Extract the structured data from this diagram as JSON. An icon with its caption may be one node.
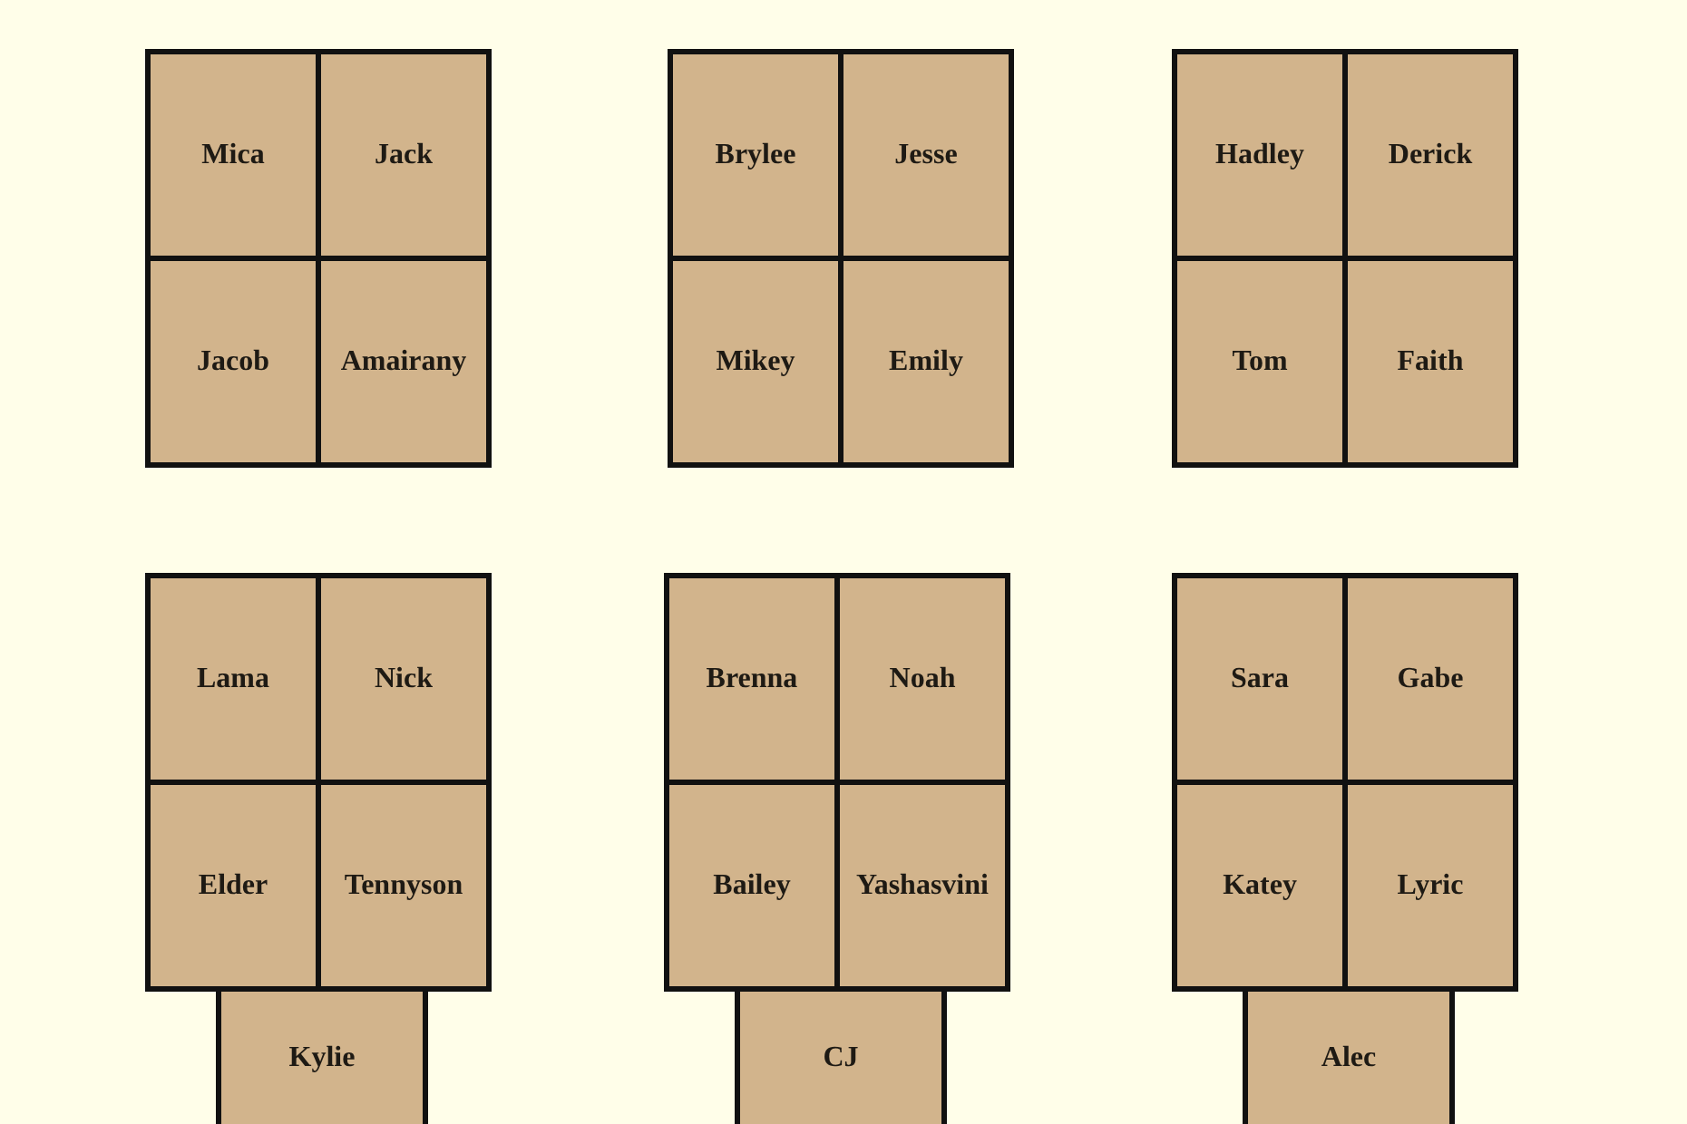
{
  "diagram": {
    "nodes": [
      {
        "text": [
          "Mica"
        ]
      },
      {
        "text": [
          "Jack"
        ]
      },
      {
        "text": [
          "Jacob"
        ]
      },
      {
        "text": [
          "Amairany"
        ]
      },
      {
        "text": [
          "Brylee"
        ]
      },
      {
        "text": [
          "Jesse"
        ]
      },
      {
        "text": [
          "Mikey"
        ]
      },
      {
        "text": [
          "Emily"
        ]
      },
      {
        "text": [
          "Hadley"
        ]
      },
      {
        "text": [
          "Derick"
        ]
      },
      {
        "text": [
          "Tom"
        ]
      },
      {
        "text": [
          "Faith"
        ]
      },
      {
        "text": [
          "Lama"
        ]
      },
      {
        "text": [
          "Nick"
        ]
      },
      {
        "text": [
          "Elder"
        ]
      },
      {
        "text": [
          "Tennyson"
        ]
      },
      {
        "text": [
          "Kylie"
        ]
      },
      {
        "text": [
          "Brenna"
        ]
      },
      {
        "text": [
          "Noah"
        ]
      },
      {
        "text": [
          "Bailey"
        ]
      },
      {
        "text": [
          "Yashasvini"
        ]
      },
      {
        "text": [
          "CJ"
        ]
      },
      {
        "text": [
          "Sara"
        ]
      },
      {
        "text": [
          "Gabe"
        ]
      },
      {
        "text": [
          "Katey"
        ]
      },
      {
        "text": [
          "Lyric"
        ]
      },
      {
        "text": [
          "Alec"
        ]
      }
    ]
  }
}
